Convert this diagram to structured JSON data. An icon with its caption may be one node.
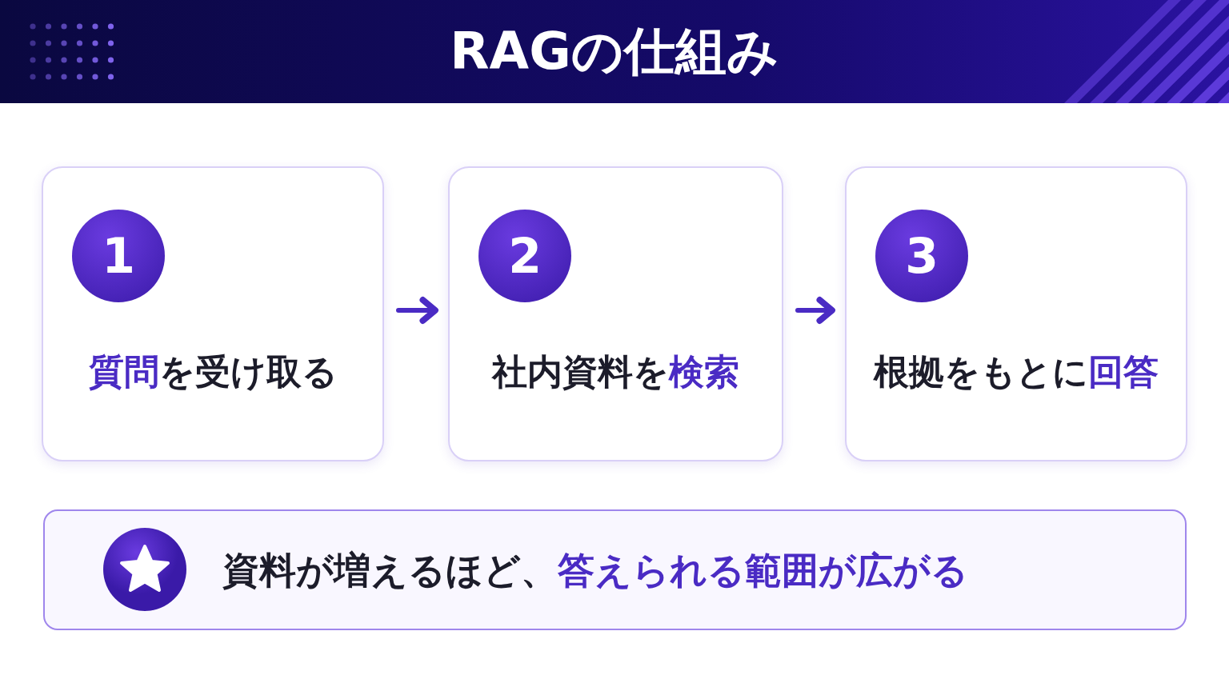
{
  "diagram": {
    "title": "RAGの仕組み",
    "nodes": [
      {
        "text": [
          "1",
          "**質問**を受け取る"
        ]
      },
      {
        "text": [
          "2",
          "社内資料を**検索**"
        ]
      },
      {
        "text": [
          "3",
          "根拠をもとに**回答**"
        ]
      },
      {
        "text": [
          "資料が増えるほど、**答えられる範囲が広がる**"
        ]
      }
    ],
    "edges": [
      {
        "from": 0,
        "to": 1,
        "arrow": "to"
      },
      {
        "from": 1,
        "to": 2,
        "arrow": "to"
      }
    ]
  }
}
